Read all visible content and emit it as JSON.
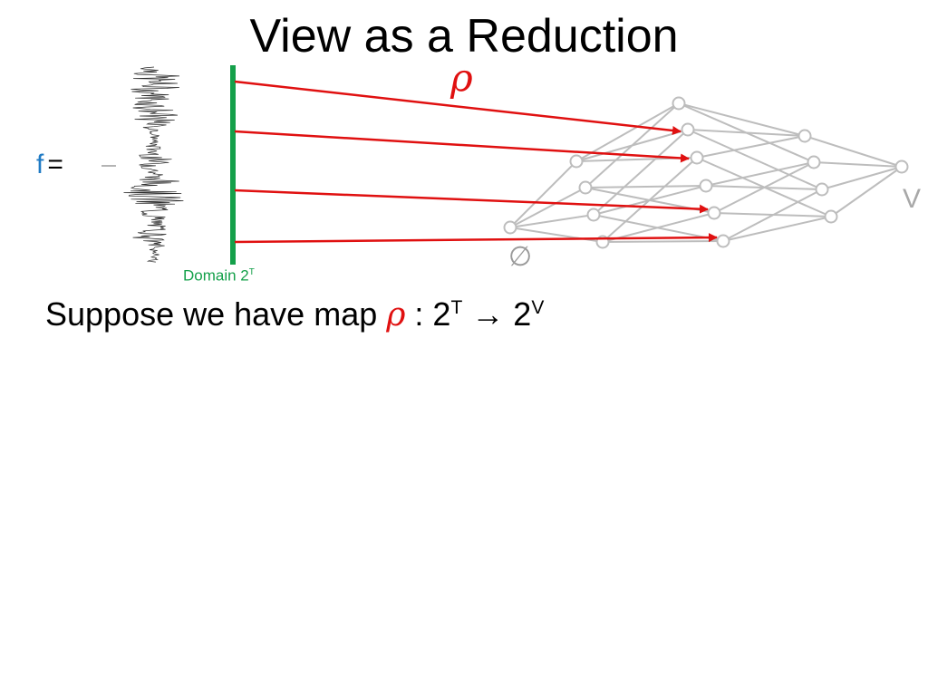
{
  "slide": {
    "title": "View as a Reduction",
    "f_letter": "f",
    "f_equals": "=",
    "domain_text": "Domain 2",
    "domain_sup": "T",
    "rho_symbol": "ρ",
    "lattice_top_label": "V",
    "lattice_bottom_label": "∅",
    "statement": {
      "prefix": "Suppose we have map ",
      "rho": "ρ",
      "colon_base": " : 2",
      "sup_t": "T",
      "arrow": " → 2",
      "sup_v": "V"
    }
  },
  "colors": {
    "f_blue": "#1f7ac4",
    "domain_green": "#14a04a",
    "arrow_red": "#e01010",
    "lattice_gray": "#bdbdbd"
  }
}
